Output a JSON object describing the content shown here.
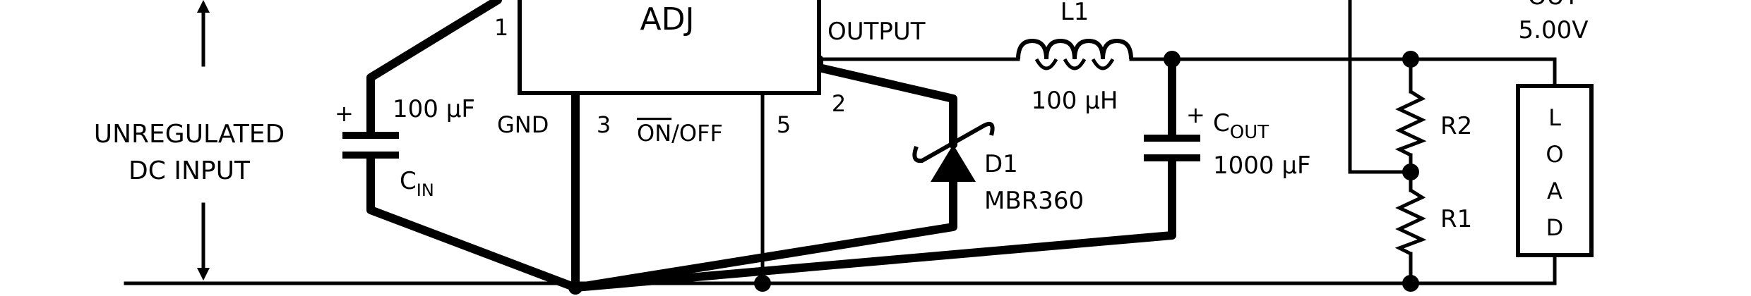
{
  "colors": {
    "ink": "#000000",
    "background": "#ffffff"
  },
  "ic": {
    "name": "ADJ",
    "pin_1": "1",
    "pin_2": "2",
    "pin_3": "3",
    "pin_5": "5",
    "gnd_label": "GND",
    "on_label": "ON",
    "off_label": "/OFF",
    "output_label": "OUTPUT"
  },
  "input": {
    "line1": "UNREGULATED",
    "line2": "DC INPUT"
  },
  "cin": {
    "plus": "+",
    "value": "100 µF",
    "name": "C",
    "sub": "IN"
  },
  "inductor": {
    "name": "L1",
    "value": "100 µH"
  },
  "diode": {
    "name": "D1",
    "part": "MBR360"
  },
  "cout": {
    "plus": "+",
    "name": "C",
    "sub": "OUT",
    "value": "1000 µF"
  },
  "output": {
    "line1": "OUT",
    "line2": "5.00V"
  },
  "resistors": {
    "r2": "R2",
    "r1": "R1"
  },
  "load": {
    "letters": [
      "L",
      "O",
      "A",
      "D"
    ]
  }
}
